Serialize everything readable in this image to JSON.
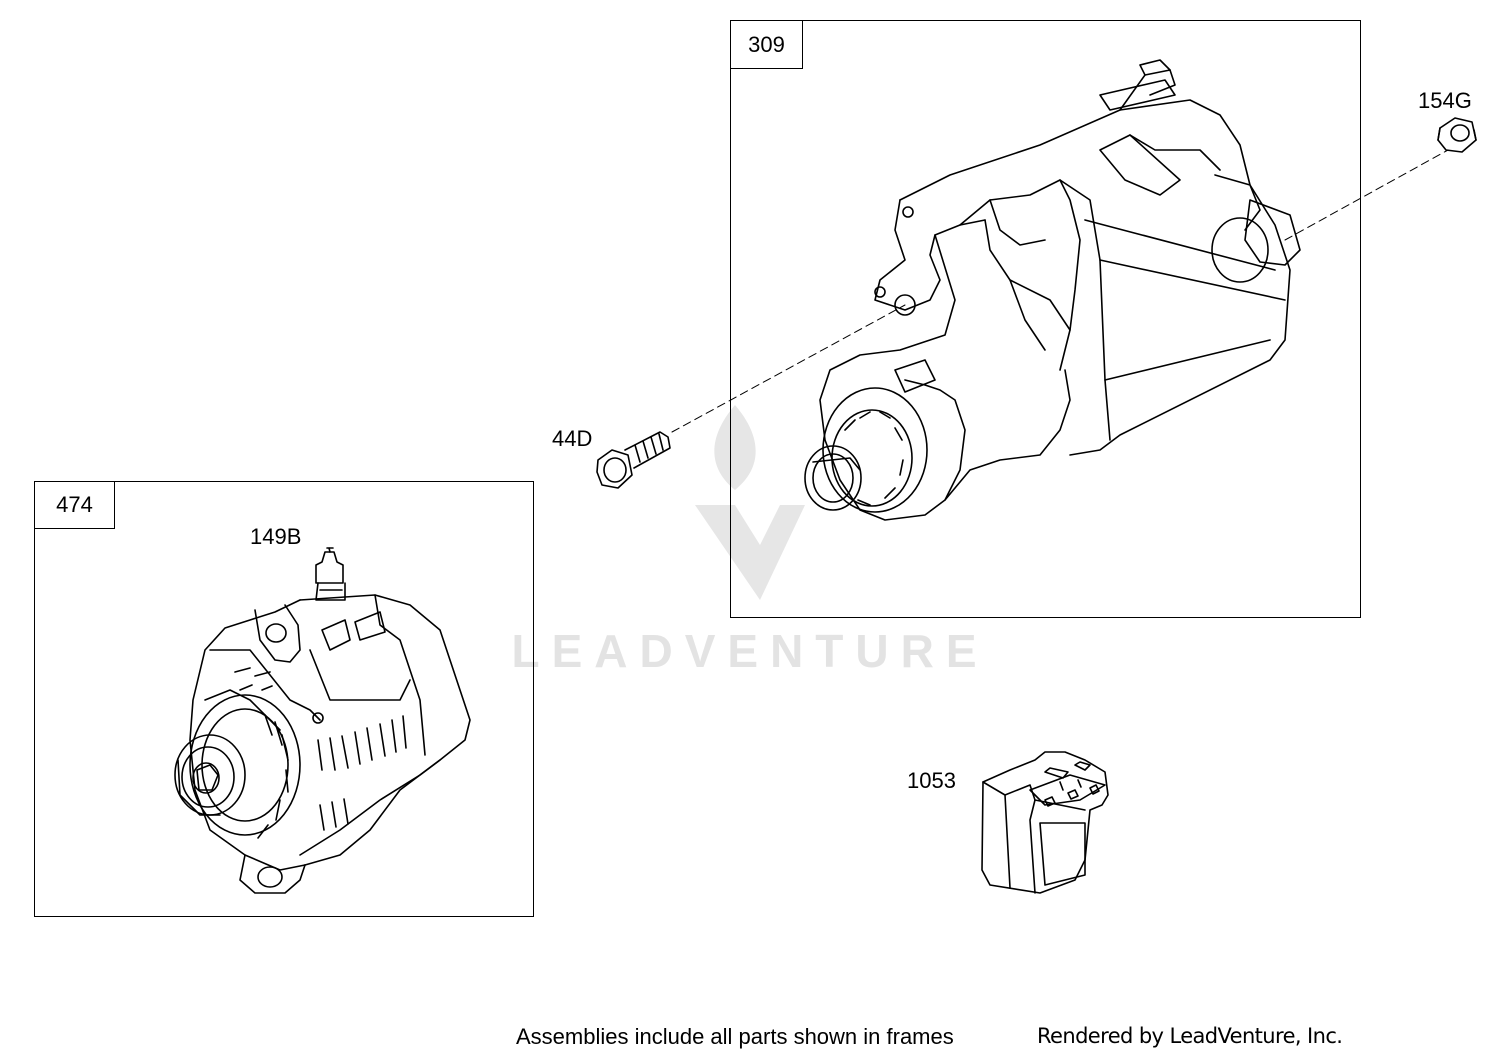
{
  "frames": {
    "starter": {
      "label": "309"
    },
    "alternator": {
      "label": "474"
    }
  },
  "callouts": {
    "nut": "154G",
    "bolt": "44D",
    "terminal": "149B",
    "regulator": "1053"
  },
  "watermark": "LEADVENTURE",
  "footer": {
    "note": "Assemblies include all parts shown in frames",
    "credit": "Rendered by LeadVenture, Inc."
  }
}
